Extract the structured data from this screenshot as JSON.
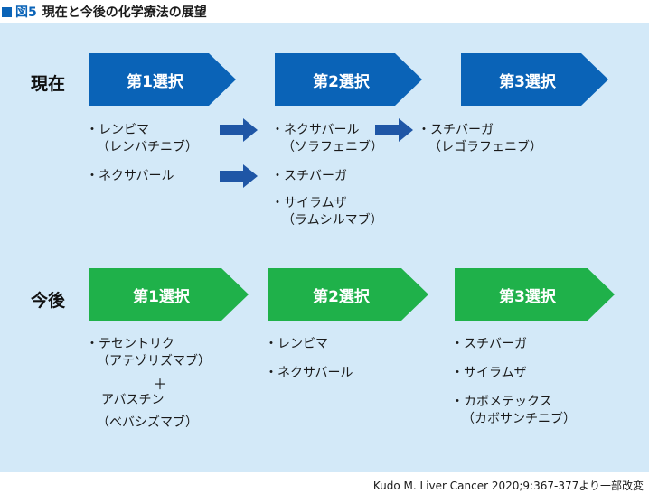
{
  "title": {
    "label": "図5",
    "text": "現在と今後の化学療法の展望"
  },
  "current": {
    "label": "現在",
    "steps": [
      "第1選択",
      "第2選択",
      "第3選択"
    ],
    "col1": [
      {
        "line1": "・レンビマ",
        "line2": "（レンバチニブ）"
      },
      {
        "line1": "・ネクサバール"
      }
    ],
    "col2": [
      {
        "line1": "・ネクサバール",
        "line2": "（ソラフェニブ）"
      },
      {
        "line1": "・スチバーガ"
      },
      {
        "line1": "・サイラムザ",
        "line2": "（ラムシルマブ）"
      }
    ],
    "col3": [
      {
        "line1": "・スチバーガ",
        "line2": "（レゴラフェニブ）"
      }
    ]
  },
  "future": {
    "label": "今後",
    "steps": [
      "第1選択",
      "第2選択",
      "第3選択"
    ],
    "col1": {
      "drug_a": "・テセントリク",
      "drug_a_generic": "（アテゾリズマブ）",
      "plus": "＋",
      "drug_b": "アバスチン",
      "drug_b_generic": "（ベバシズマブ）"
    },
    "col2": [
      "・レンビマ",
      "・ネクサバール"
    ],
    "col3": [
      {
        "line1": "・スチバーガ"
      },
      {
        "line1": "・サイラムザ"
      },
      {
        "line1": "・カボメテックス",
        "line2": "（カボサンチニブ）"
      }
    ]
  },
  "citation": "Kudo M. Liver Cancer 2020;9:367-377より一部改変",
  "colors": {
    "blue": "#0a63b7",
    "green": "#1fb14a",
    "panel": "#d3e9f8",
    "arrow": "#1f56a6"
  }
}
